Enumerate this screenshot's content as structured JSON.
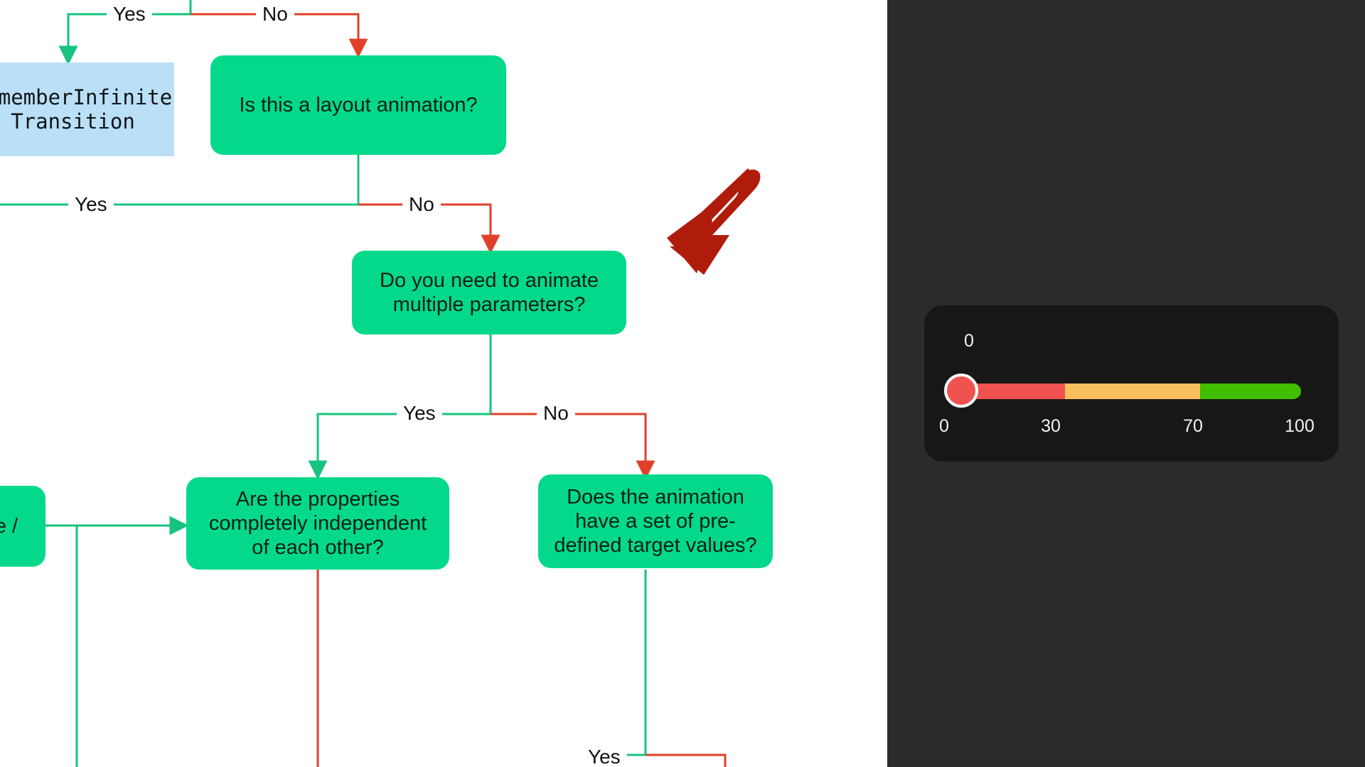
{
  "flowchart": {
    "type": "decision-flowchart",
    "nodes": [
      {
        "id": "remember-infinite-transition",
        "kind": "code",
        "label": "rememberInfinite\nTransition",
        "visible_text": "memberInfinite Transition",
        "clipped": "left"
      },
      {
        "id": "layout-animation",
        "kind": "decision",
        "label": "Is this a layout animation?"
      },
      {
        "id": "multiple-parameters",
        "kind": "decision",
        "label": "Do you need to animate multiple parameters?"
      },
      {
        "id": "properties-independent",
        "kind": "decision",
        "label": "Are the properties completely independent of each other?"
      },
      {
        "id": "predefined-target-values",
        "kind": "decision",
        "label": "Does the animation have a set of pre-defined target values?",
        "clipped": "right"
      },
      {
        "id": "left-partial",
        "kind": "decision",
        "label": "e /",
        "clipped": "left"
      }
    ],
    "edge_labels": [
      {
        "id": "yes-top",
        "text": "Yes"
      },
      {
        "id": "no-top",
        "text": "No"
      },
      {
        "id": "yes-mid",
        "text": "Yes"
      },
      {
        "id": "no-mid",
        "text": "No"
      },
      {
        "id": "yes-lower",
        "text": "Yes"
      },
      {
        "id": "no-lower",
        "text": "No"
      },
      {
        "id": "yes-bottom",
        "text": "Yes"
      }
    ],
    "colors": {
      "yes_edge": "#16c47f",
      "no_edge": "#e0402a",
      "decision_fill": "#04d98b",
      "code_fill": "#b9e0f7",
      "canvas": "#ffffff",
      "node_text": "#0b1f12"
    }
  },
  "annotation": {
    "name": "red-arrow-annotation",
    "color": "#b01c0c",
    "points_to": "multiple-parameters"
  },
  "device": {
    "background": "#2b2b2b",
    "card_background": "#171717",
    "slider": {
      "name": "range-slider",
      "value": "0",
      "value_readout": "0",
      "min": 0,
      "max": 100,
      "ticks": [
        "0",
        "30",
        "70",
        "100"
      ],
      "tick_values": [
        0,
        30,
        70,
        100
      ],
      "segments": [
        {
          "name": "low",
          "from": 0,
          "to": 30,
          "color": "#f0534f"
        },
        {
          "name": "mid",
          "from": 30,
          "to": 70,
          "color": "#f9bf5d"
        },
        {
          "name": "high",
          "from": 70,
          "to": 100,
          "color": "#3fbf00"
        }
      ],
      "thumb_color": "#f0534f",
      "thumb_ring": "#ffffff"
    }
  }
}
